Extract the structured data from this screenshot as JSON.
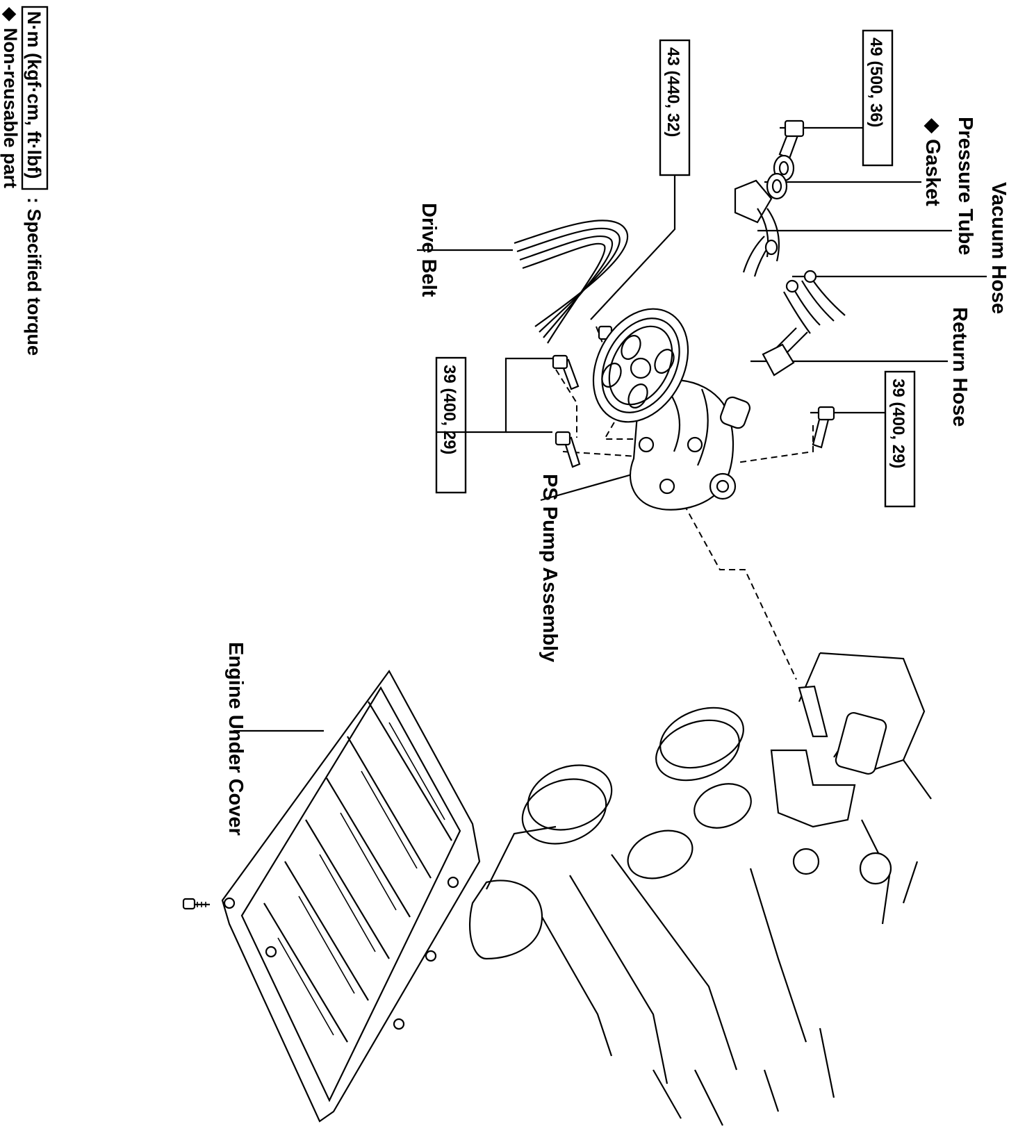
{
  "labels": {
    "vacuum_hose": "Vacuum Hose",
    "pressure_tube": "Pressure Tube",
    "gasket": "Gasket",
    "return_hose": "Return Hose",
    "drive_belt": "Drive Belt",
    "ps_pump_assembly": "PS Pump Assembly",
    "engine_under_cover": "Engine Under Cover"
  },
  "torque": {
    "union_bolt": "49 (500, 36)",
    "pulley_bolt": "43 (440, 32)",
    "pump_bolts_front": "39 (400, 29)",
    "pump_bolt_rear": "39 (400, 29)"
  },
  "legend": {
    "torque_unit_box": "N·m (kgf·cm, ft·lbf)",
    "torque_desc": ": Specified torque",
    "non_reusable_desc": "Non-reusable part",
    "diamond": "◆"
  }
}
